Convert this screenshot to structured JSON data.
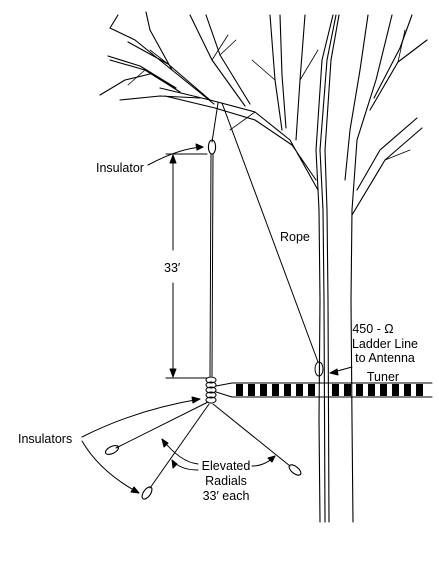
{
  "labels": {
    "insulator": "Insulator",
    "dimension": "33′",
    "rope": "Rope",
    "feedline_1": "450 - Ω",
    "feedline_2": "Ladder Line",
    "feedline_3": "to Antenna",
    "feedline_4": "Tuner",
    "insulators": "Insulators",
    "radials_1": "Elevated",
    "radials_2": "Radials",
    "radials_3": "33′ each"
  }
}
